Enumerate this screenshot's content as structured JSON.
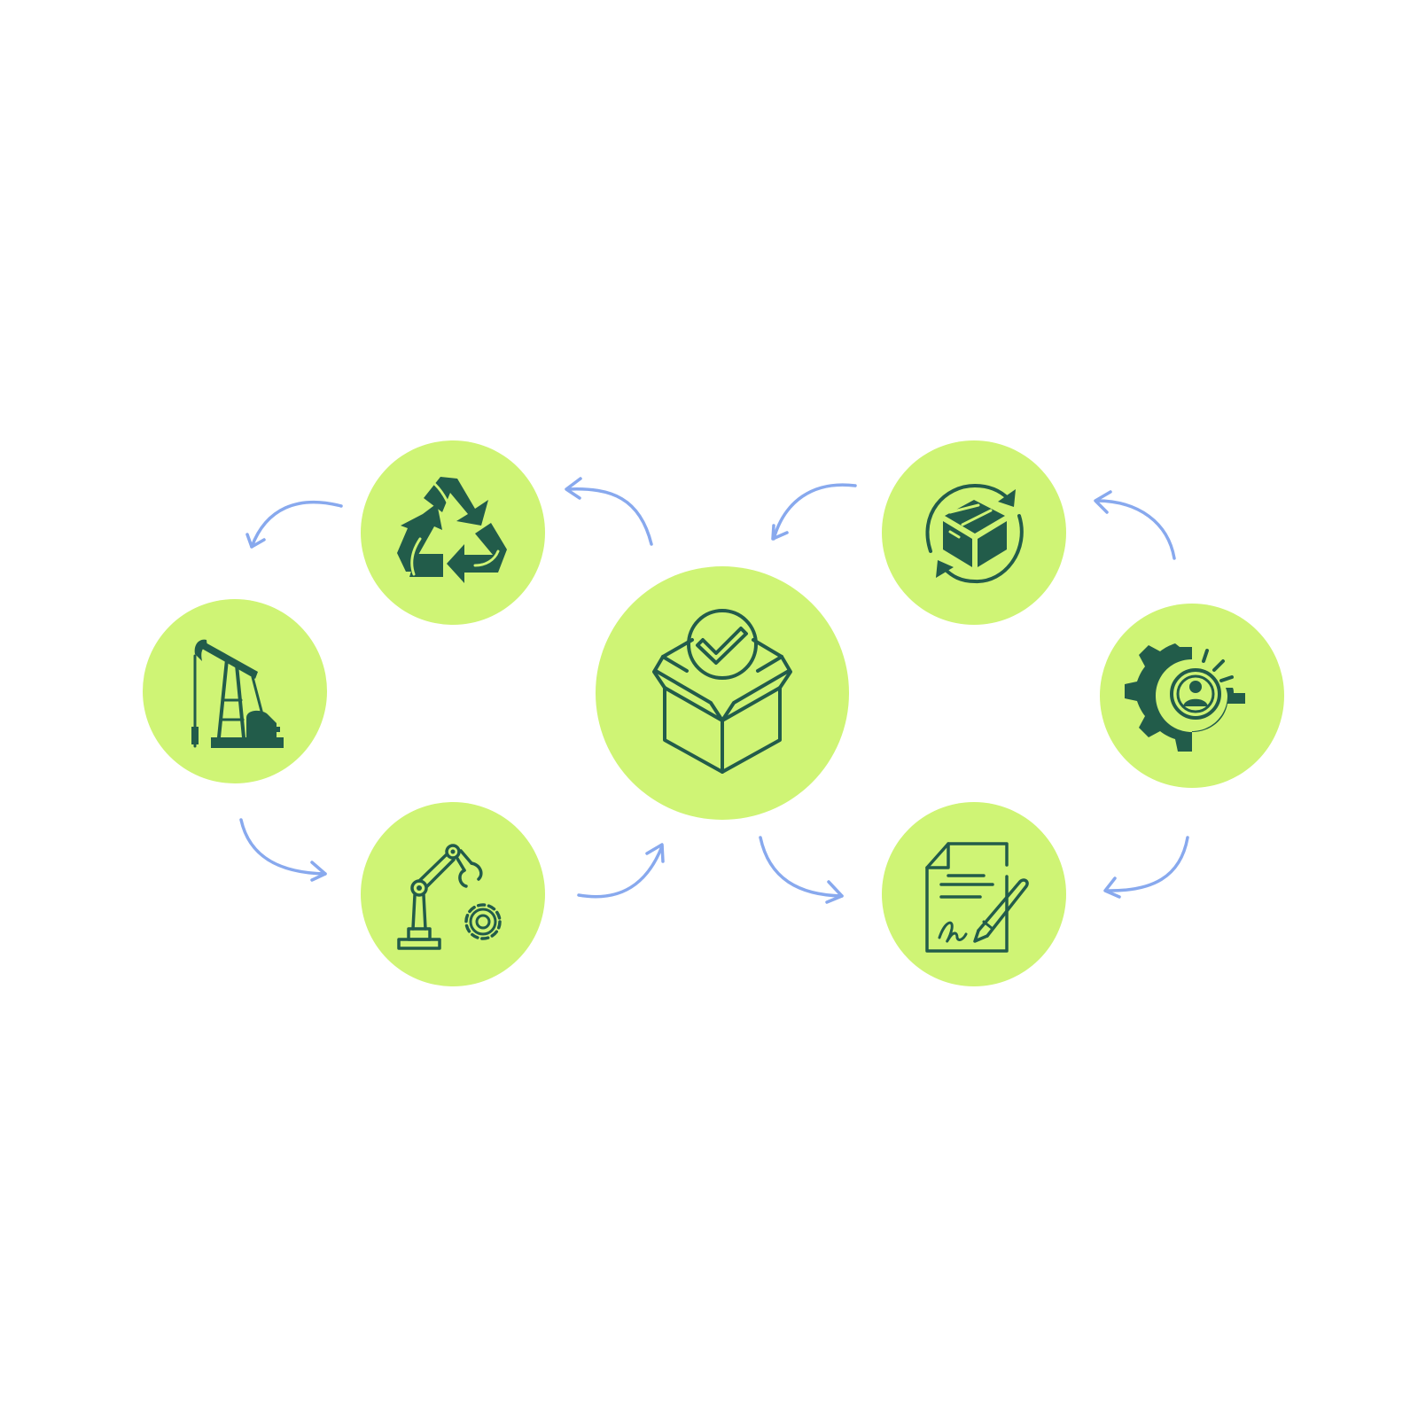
{
  "diagram": {
    "layout": "circular-economy-cycle",
    "colors": {
      "background": "#ffffff",
      "node_fill": "#cff475",
      "icon": "#225c4a",
      "arrow": "#88a9ee"
    },
    "nodes": [
      {
        "id": "center",
        "icon": "box-check-icon"
      },
      {
        "id": "recycle",
        "icon": "recycle-icon"
      },
      {
        "id": "extraction",
        "icon": "oil-pump-icon"
      },
      {
        "id": "manufacturing",
        "icon": "robot-arm-gear-icon"
      },
      {
        "id": "distribution",
        "icon": "box-cycle-icon"
      },
      {
        "id": "consumer",
        "icon": "gear-user-icon"
      },
      {
        "id": "contract",
        "icon": "signed-document-icon"
      }
    ],
    "arrows": [
      {
        "from": "center",
        "to": "recycle"
      },
      {
        "from": "recycle",
        "to": "extraction"
      },
      {
        "from": "extraction",
        "to": "manufacturing"
      },
      {
        "from": "manufacturing",
        "to": "center"
      },
      {
        "from": "center",
        "to": "contract"
      },
      {
        "from": "contract",
        "to": "consumer"
      },
      {
        "from": "consumer",
        "to": "distribution"
      },
      {
        "from": "distribution",
        "to": "center"
      }
    ]
  }
}
